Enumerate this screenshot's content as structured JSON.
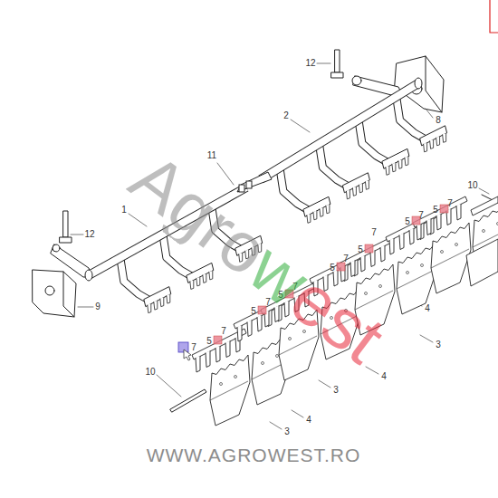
{
  "diagram": {
    "labels": [
      "12",
      "2",
      "8",
      "11",
      "10",
      "1",
      "7",
      "5",
      "7",
      "5",
      "12",
      "7",
      "5",
      "7",
      "5",
      "7",
      "5",
      "7",
      "5",
      "9",
      "7",
      "5",
      "7",
      "4",
      "3",
      "10",
      "4",
      "3",
      "4",
      "3",
      "Agrowest",
      "WWW.AGROWEST.RO"
    ]
  }
}
